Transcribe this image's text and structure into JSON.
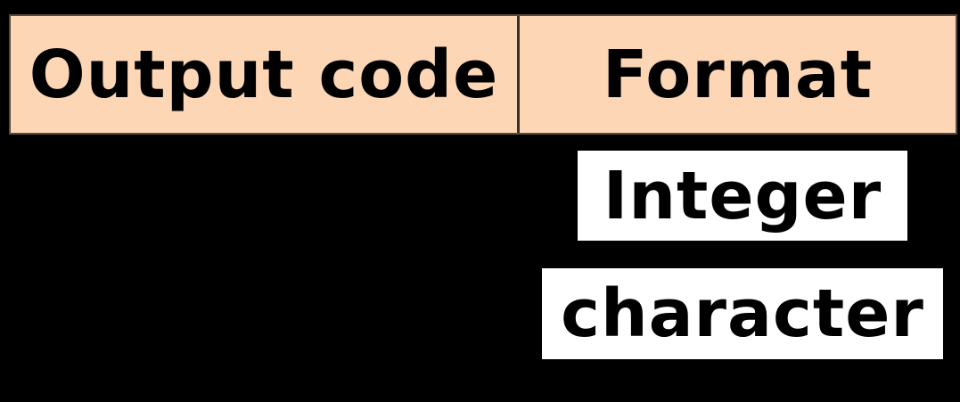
{
  "table": {
    "headers": {
      "output_code": "Output code",
      "format": "Format"
    },
    "format_values": [
      "Integer",
      "character"
    ]
  },
  "colors": {
    "header_background": "#FDD6B5",
    "page_background": "#000000",
    "value_box_background": "#FFFFFF",
    "text": "#000000"
  }
}
